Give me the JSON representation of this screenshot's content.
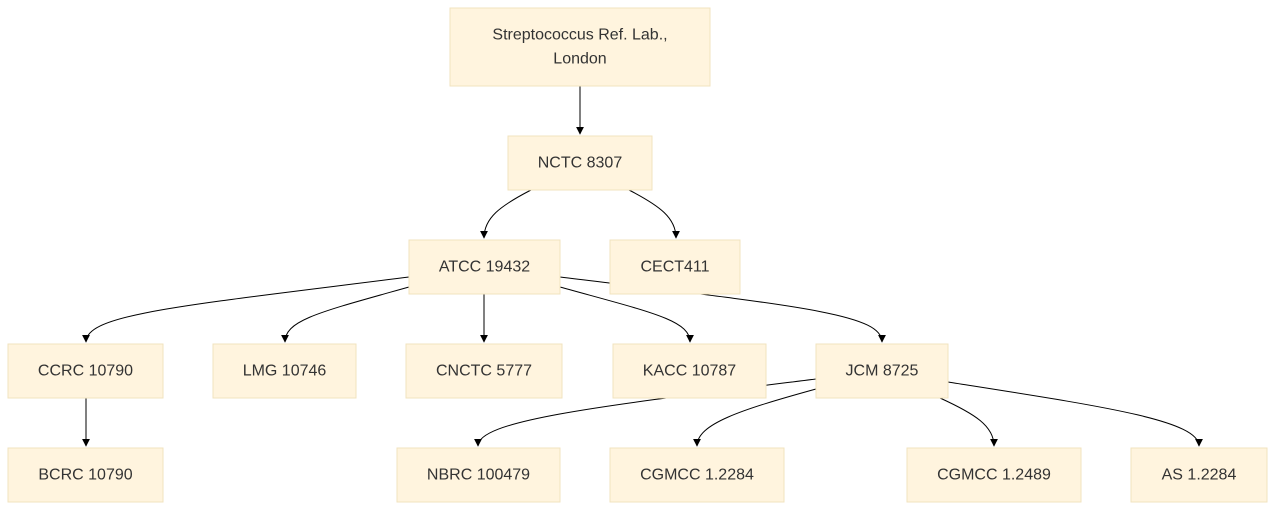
{
  "nodes": {
    "srl": {
      "lines": [
        "Streptococcus Ref. Lab.,",
        "London"
      ]
    },
    "nctc": {
      "lines": [
        "NCTC 8307"
      ]
    },
    "atcc": {
      "lines": [
        "ATCC 19432"
      ]
    },
    "cect": {
      "lines": [
        "CECT411"
      ]
    },
    "ccrc": {
      "lines": [
        "CCRC 10790"
      ]
    },
    "lmg": {
      "lines": [
        "LMG 10746"
      ]
    },
    "cnctc": {
      "lines": [
        "CNCTC 5777"
      ]
    },
    "kacc": {
      "lines": [
        "KACC 10787"
      ]
    },
    "jcm": {
      "lines": [
        "JCM 8725"
      ]
    },
    "bcrc": {
      "lines": [
        "BCRC 10790"
      ]
    },
    "nbrc": {
      "lines": [
        "NBRC 100479"
      ]
    },
    "cgmcc1": {
      "lines": [
        "CGMCC 1.2284"
      ]
    },
    "cgmcc2": {
      "lines": [
        "CGMCC 1.2489"
      ]
    },
    "as": {
      "lines": [
        "AS 1.2284"
      ]
    }
  },
  "edges": [
    {
      "from": "srl",
      "to": "nctc"
    },
    {
      "from": "nctc",
      "to": "atcc"
    },
    {
      "from": "nctc",
      "to": "cect"
    },
    {
      "from": "atcc",
      "to": "ccrc"
    },
    {
      "from": "atcc",
      "to": "lmg"
    },
    {
      "from": "atcc",
      "to": "cnctc"
    },
    {
      "from": "atcc",
      "to": "kacc"
    },
    {
      "from": "atcc",
      "to": "jcm"
    },
    {
      "from": "ccrc",
      "to": "bcrc"
    },
    {
      "from": "jcm",
      "to": "nbrc"
    },
    {
      "from": "jcm",
      "to": "cgmcc1"
    },
    {
      "from": "jcm",
      "to": "cgmcc2"
    },
    {
      "from": "jcm",
      "to": "as"
    }
  ]
}
